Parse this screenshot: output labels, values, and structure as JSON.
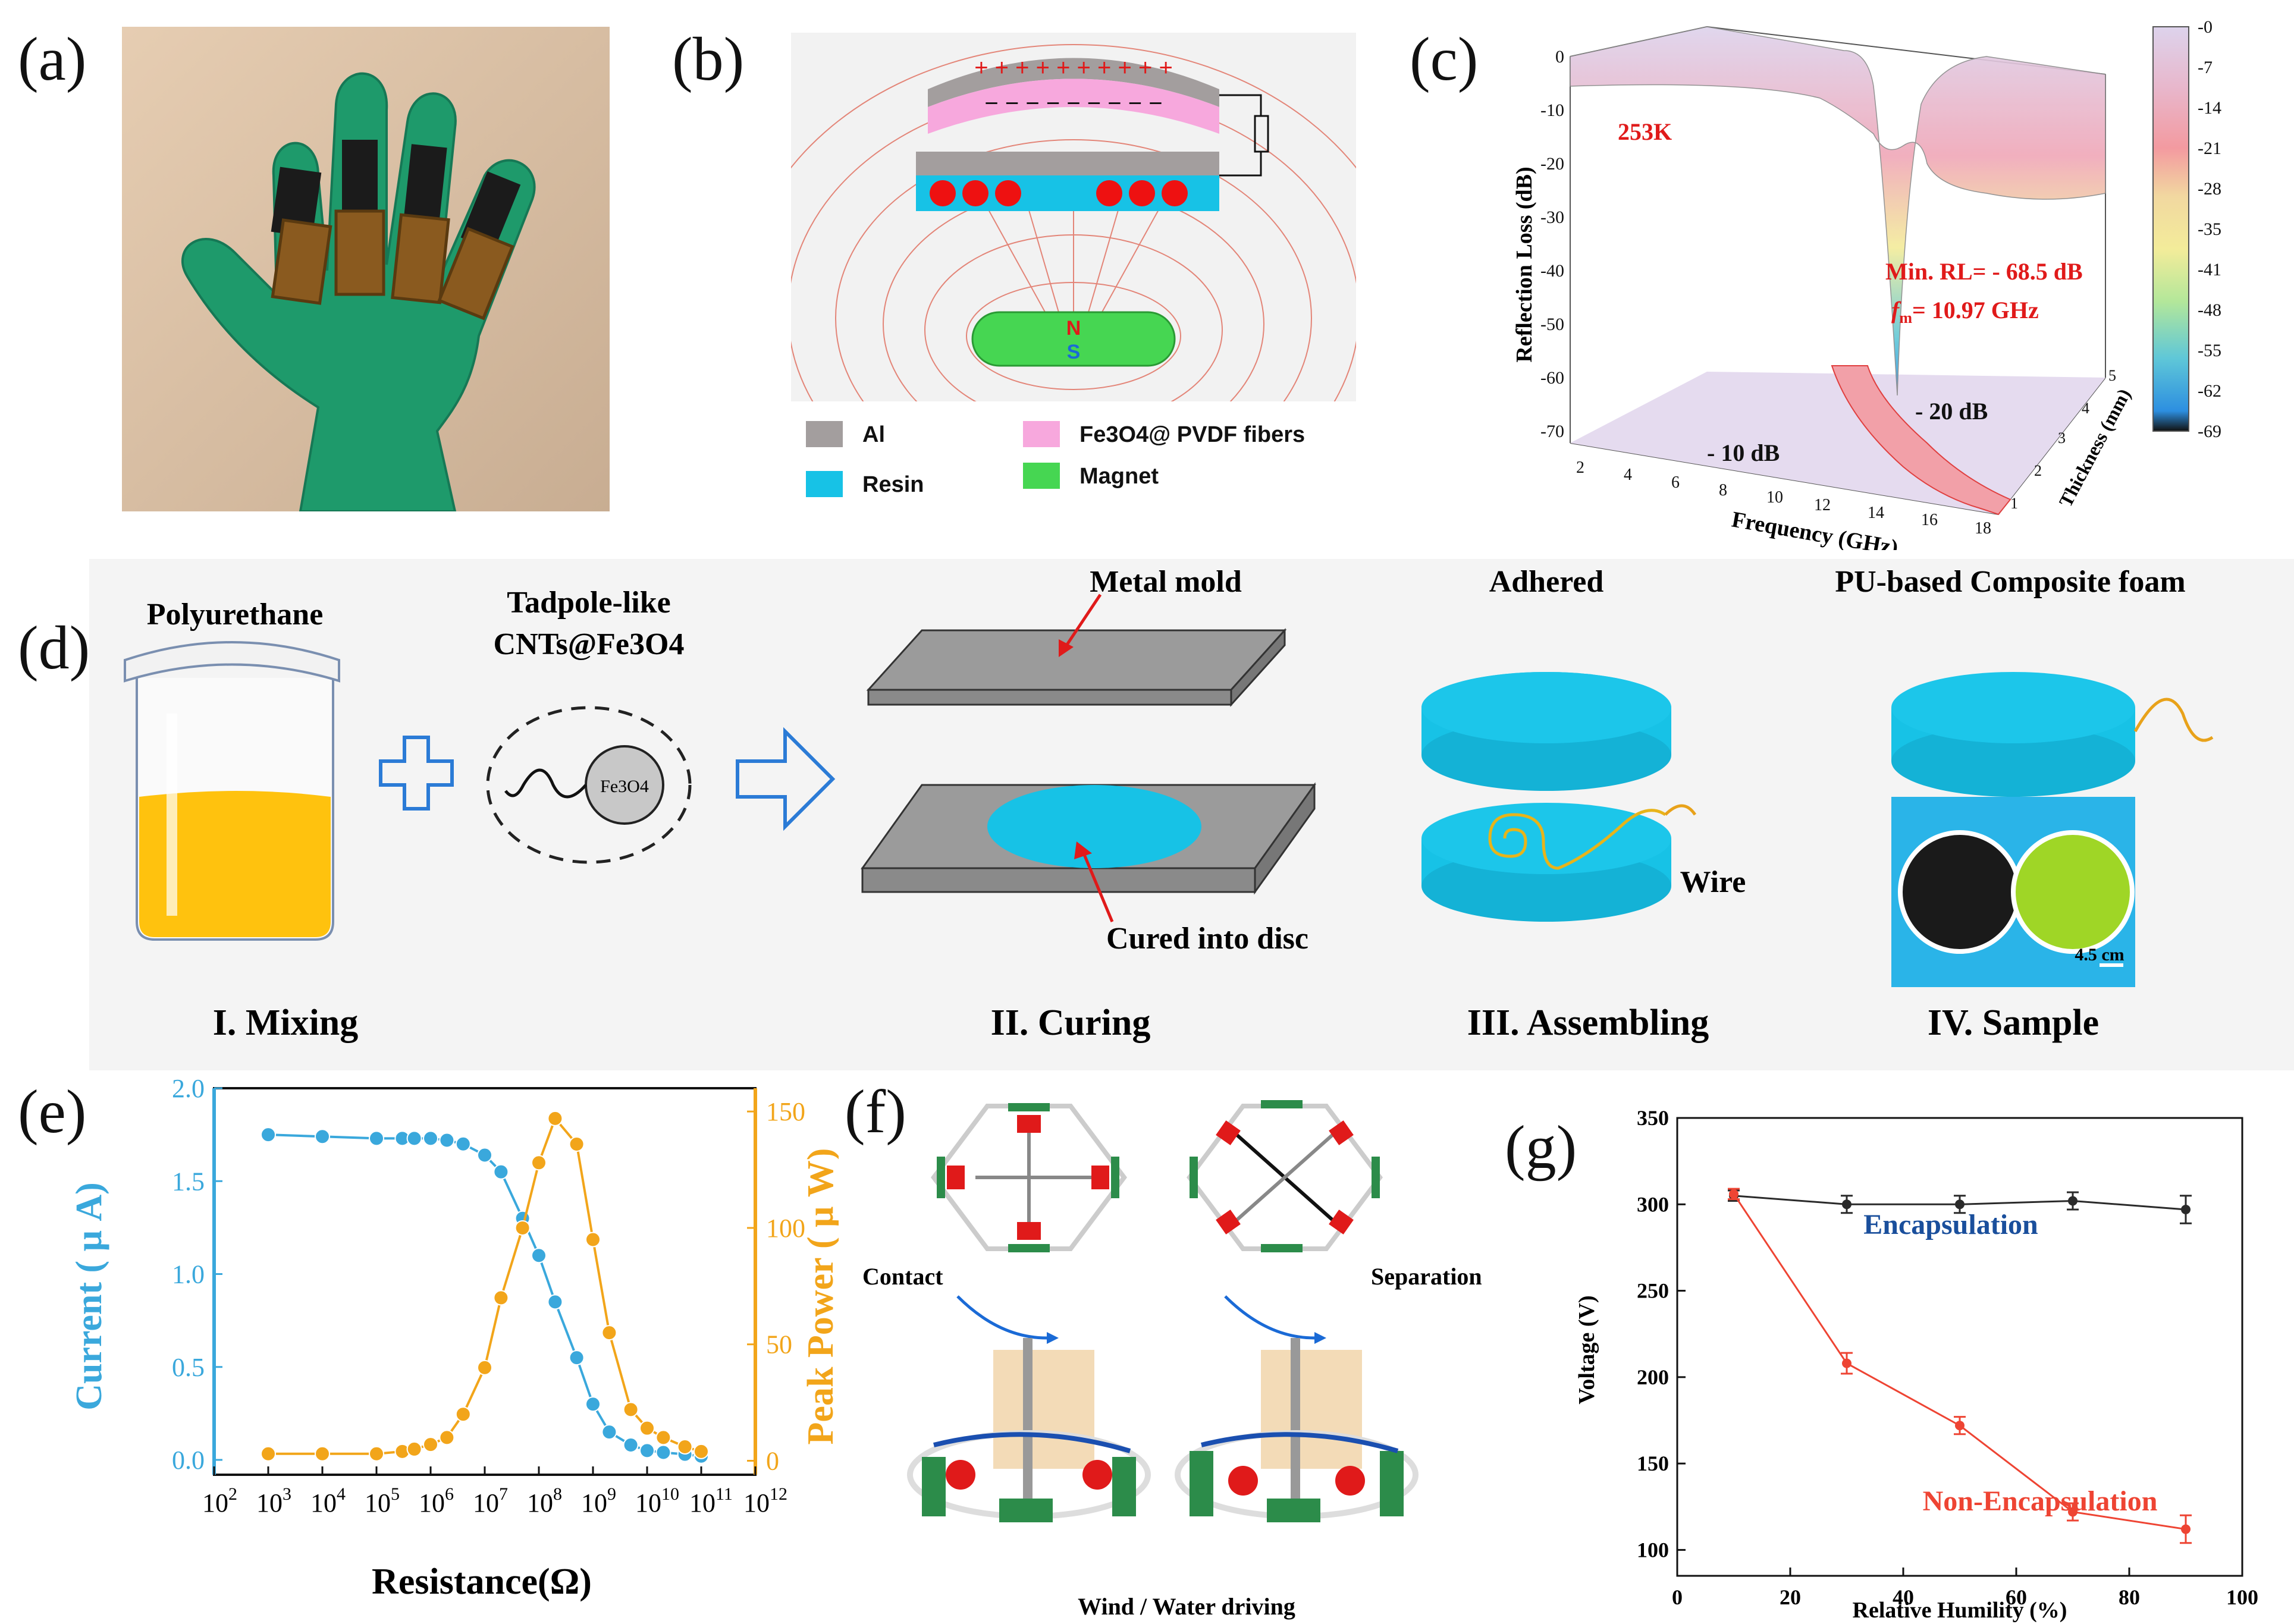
{
  "panel_labels": {
    "a": "(a)",
    "b": "(b)",
    "c": "(c)",
    "d": "(d)",
    "e": "(e)",
    "f": "(f)",
    "g": "(g)"
  },
  "panel_b": {
    "pole_n": "N",
    "pole_s": "S",
    "legend": [
      {
        "label": "Al",
        "color": "#a39e9e"
      },
      {
        "label": "Fe3O4@ PVDF fibers",
        "color": "#f7a8dd"
      },
      {
        "label": "Resin",
        "color": "#17c2e6"
      },
      {
        "label": "Magnet",
        "color": "#46d652"
      }
    ],
    "plus_signs": "+ + + + + + + + + +",
    "minus_signs": "− − − − − − − − −"
  },
  "panel_c": {
    "ylabel": "Reflection Loss (dB)",
    "xlabel": "Frequency (GHz)",
    "zlabel": "Thickness (mm)",
    "temp": "253K",
    "min_rl": "Min. RL= - 68.5 dB",
    "fm_label": "f",
    "fm_sub": "m",
    "fm_value": "= 10.97 GHz",
    "contour_20": "- 20 dB",
    "contour_10": "- 10 dB",
    "y_ticks": [
      "0",
      "-10",
      "-20",
      "-30",
      "-40",
      "-50",
      "-60",
      "-70"
    ],
    "x_ticks": [
      "2",
      "4",
      "6",
      "8",
      "10",
      "12",
      "14",
      "16",
      "18"
    ],
    "z_ticks": [
      "1",
      "2",
      "3",
      "4",
      "5"
    ],
    "colorbar_ticks": [
      "-0",
      "-7",
      "-14",
      "-21",
      "-28",
      "-35",
      "-41",
      "-48",
      "-55",
      "-62",
      "-69"
    ]
  },
  "panel_d": {
    "polyurethane": "Polyurethane",
    "tadpole_1": "Tadpole-like",
    "tadpole_2": "CNTs@Fe3O4",
    "fe3o4": "Fe3O4",
    "metal_mold": "Metal mold",
    "cured": "Cured into disc",
    "adhered": "Adhered",
    "wire": "Wire",
    "pu_foam": "PU-based Composite foam",
    "scale": "4.5 cm",
    "step1": "I. Mixing",
    "step2": "II. Curing",
    "step3": "III. Assembling",
    "step4": "IV. Sample"
  },
  "panel_f": {
    "contact": "Contact",
    "separation": "Separation",
    "driving": "Wind / Water driving"
  },
  "chart_data": [
    {
      "id": "e",
      "type": "line",
      "xlabel": "Resistance(Ω)",
      "ylabel_left": "Current ( μ A)",
      "ylabel_right": "Peak Power ( μ W)",
      "x_scale": "log",
      "x_ticks": [
        "10^2",
        "10^3",
        "10^4",
        "10^5",
        "10^6",
        "10^7",
        "10^8",
        "10^9",
        "10^10",
        "10^11",
        "10^12"
      ],
      "ylim_left": [
        -0.08,
        2.0
      ],
      "ylim_right": [
        -6,
        160
      ],
      "yticks_left": [
        "0.0",
        "0.5",
        "1.0",
        "1.5",
        "2.0"
      ],
      "yticks_right": [
        "0",
        "50",
        "100",
        "150"
      ],
      "series": [
        {
          "name": "Current",
          "axis": "left",
          "color": "#3aa8dc",
          "x": [
            1000.0,
            10000.0,
            100000.0,
            300000.0,
            500000.0,
            1000000.0,
            2000000.0,
            4000000.0,
            10000000.0,
            20000000.0,
            50000000.0,
            100000000.0,
            200000000.0,
            500000000.0,
            1000000000.0,
            2000000000.0,
            5000000000.0,
            10000000000.0,
            20000000000.0,
            50000000000.0,
            100000000000.0
          ],
          "y": [
            1.75,
            1.74,
            1.73,
            1.73,
            1.73,
            1.73,
            1.72,
            1.7,
            1.64,
            1.55,
            1.3,
            1.1,
            0.85,
            0.55,
            0.3,
            0.15,
            0.08,
            0.05,
            0.04,
            0.03,
            0.02
          ]
        },
        {
          "name": "Peak Power",
          "axis": "right",
          "color": "#f2a51a",
          "x": [
            1000.0,
            10000.0,
            100000.0,
            300000.0,
            500000.0,
            1000000.0,
            2000000.0,
            4000000.0,
            10000000.0,
            20000000.0,
            50000000.0,
            100000000.0,
            200000000.0,
            500000000.0,
            1000000000.0,
            2000000000.0,
            5000000000.0,
            10000000000.0,
            20000000000.0,
            50000000000.0,
            100000000000.0
          ],
          "y": [
            3,
            3,
            3,
            4,
            5,
            7,
            10,
            20,
            40,
            70,
            100,
            128,
            147,
            136,
            95,
            55,
            22,
            14,
            10,
            6,
            4
          ]
        }
      ]
    },
    {
      "id": "g",
      "type": "line",
      "xlabel": "Relative Humility (%)",
      "ylabel": "Voltage (V)",
      "xlim": [
        0,
        100
      ],
      "ylim": [
        85,
        350
      ],
      "xticks": [
        "0",
        "20",
        "40",
        "60",
        "80",
        "100"
      ],
      "yticks": [
        "100",
        "150",
        "200",
        "250",
        "300",
        "350"
      ],
      "series": [
        {
          "name": "Encapsulation",
          "color": "#2a2a2a",
          "label_color": "#1a4f9c",
          "x": [
            10,
            30,
            50,
            70,
            90
          ],
          "y": [
            305,
            300,
            300,
            302,
            297
          ],
          "err": [
            3,
            5,
            5,
            5,
            8
          ]
        },
        {
          "name": "Non-Encapsulation",
          "color": "#ee4433",
          "label_color": "#ee4433",
          "x": [
            10,
            30,
            50,
            70,
            90
          ],
          "y": [
            306,
            208,
            172,
            122,
            112
          ],
          "err": [
            3,
            6,
            5,
            5,
            8
          ]
        }
      ]
    }
  ]
}
